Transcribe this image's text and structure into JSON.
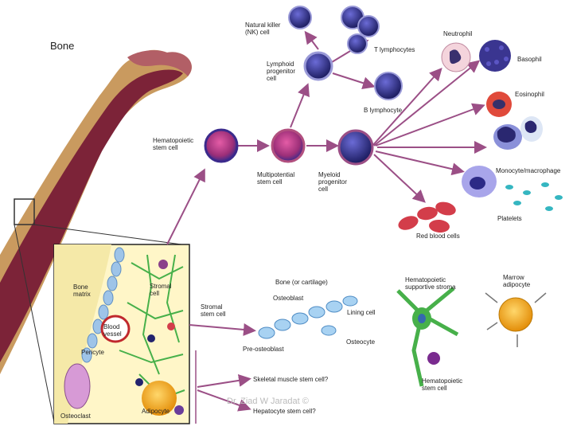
{
  "title": "Bone",
  "watermark": "Dr. Ziad W Jaradat ©",
  "colors": {
    "bone_outer": "#c79a5e",
    "bone_inner": "#7a1f35",
    "arrow": "#9b4f86",
    "cell_blue": "#23236d",
    "rbc": "#d33d4a",
    "adipocyte": "#f2a91c",
    "stroma_green": "#47b04a"
  },
  "cells": {
    "nk": "Natural killer\n(NK) cell",
    "t_lymph": "T lymphocytes",
    "b_lymph": "B lymphocyte",
    "lymphoid": "Lymphoid\nprogenitor\ncell",
    "hsc": "Hematopoietic\nstem cell",
    "multipotential": "Multipotential\nstem cell",
    "myeloid": "Myeloid\nprogenitor\ncell",
    "neutrophil": "Neutrophil",
    "basophil": "Basophil",
    "eosinophil": "Eosinophil",
    "monocyte": "Monocyte/macrophage",
    "platelets": "Platelets",
    "rbc": "Red blood cells"
  },
  "stroma": {
    "bone_cartilage": "Bone (or cartilage)",
    "osteoblast": "Osteoblast",
    "lining_cell": "Lining cell",
    "osteocyte": "Osteocyte",
    "pre_osteoblast": "Pre-osteoblast",
    "stromal_stem": "Stromal\nstem cell",
    "supportive": "Hematopoietic\nsupportive stroma",
    "hsc2": "Hematopoietic\nstem cell",
    "marrow_adipocyte": "Marrow\nadipocyte",
    "skeletal": "Skeletal muscle stem cell?",
    "hepatocyte": "Hepatocyte stem cell?"
  },
  "inset": {
    "bone_matrix": "Bone\nmatrix",
    "stromal_cell": "Stromal\ncell",
    "blood_vessel": "Blood\nvessel",
    "pericyte": "Pericyte",
    "osteoclast": "Osteoclast",
    "adipocyte": "Adipocyte"
  }
}
